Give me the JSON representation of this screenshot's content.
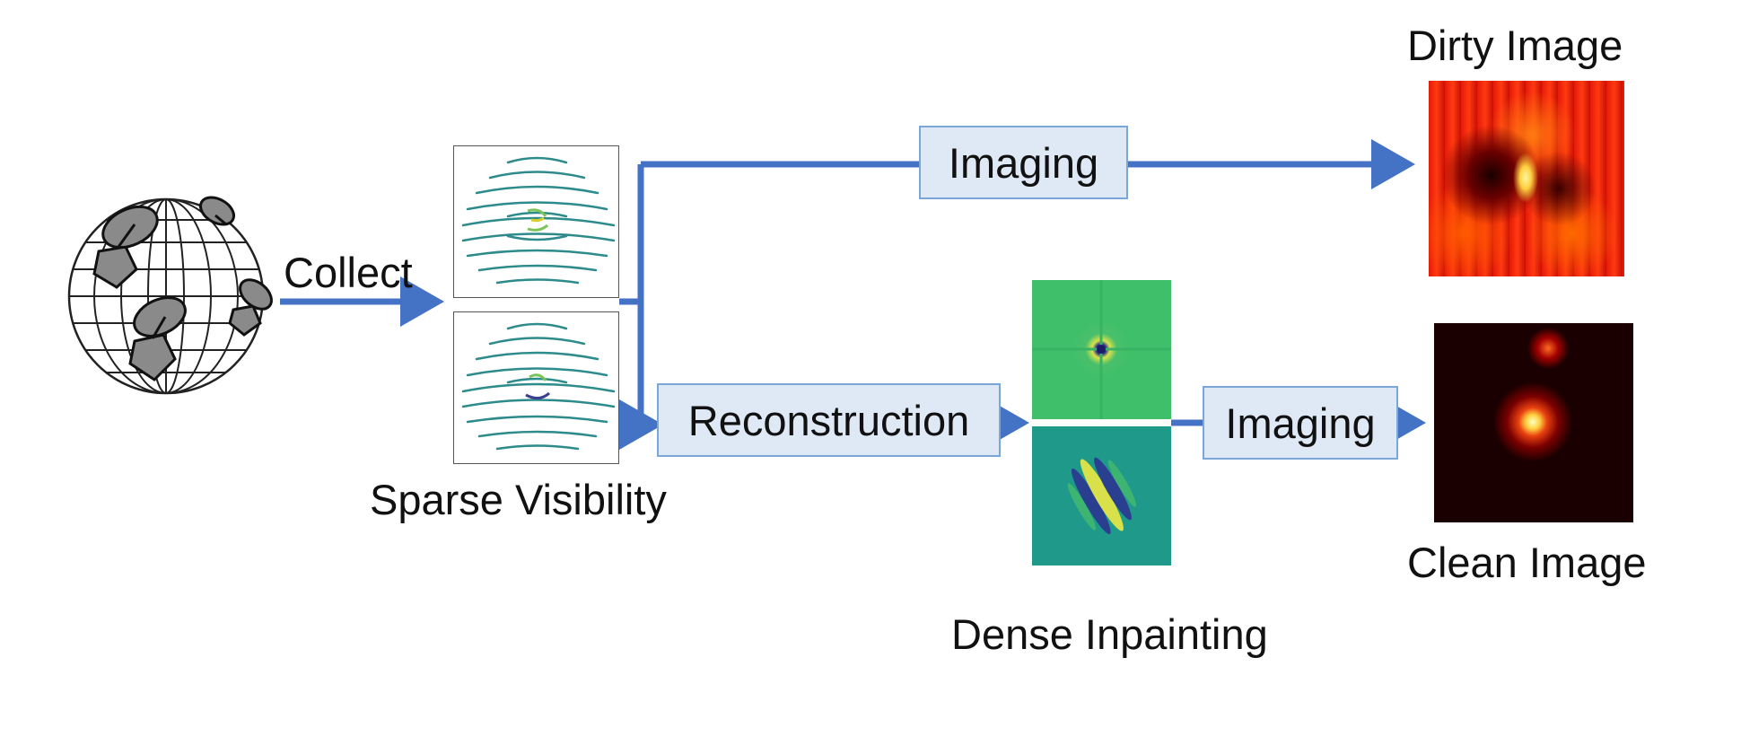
{
  "labels": {
    "collect": "Collect",
    "sparse_visibility": "Sparse Visibility",
    "dense_inpainting": "Dense Inpainting",
    "dirty_image": "Dirty Image",
    "clean_image": "Clean Image"
  },
  "boxes": {
    "imaging_top": "Imaging",
    "reconstruction": "Reconstruction",
    "imaging_bottom": "Imaging"
  },
  "icons": {
    "telescope_globe": "telescope-array-globe-icon"
  },
  "colors": {
    "arrow": "#4472c4",
    "box_fill": "#dfe9f6",
    "box_border": "#7aa6d8",
    "track_color": "#2e8b8b",
    "dirty_red": "#e8200a",
    "clean_dark": "#1a0000",
    "inpaint_green": "#3fbf6a",
    "inpaint_teal": "#1f9a8a"
  }
}
